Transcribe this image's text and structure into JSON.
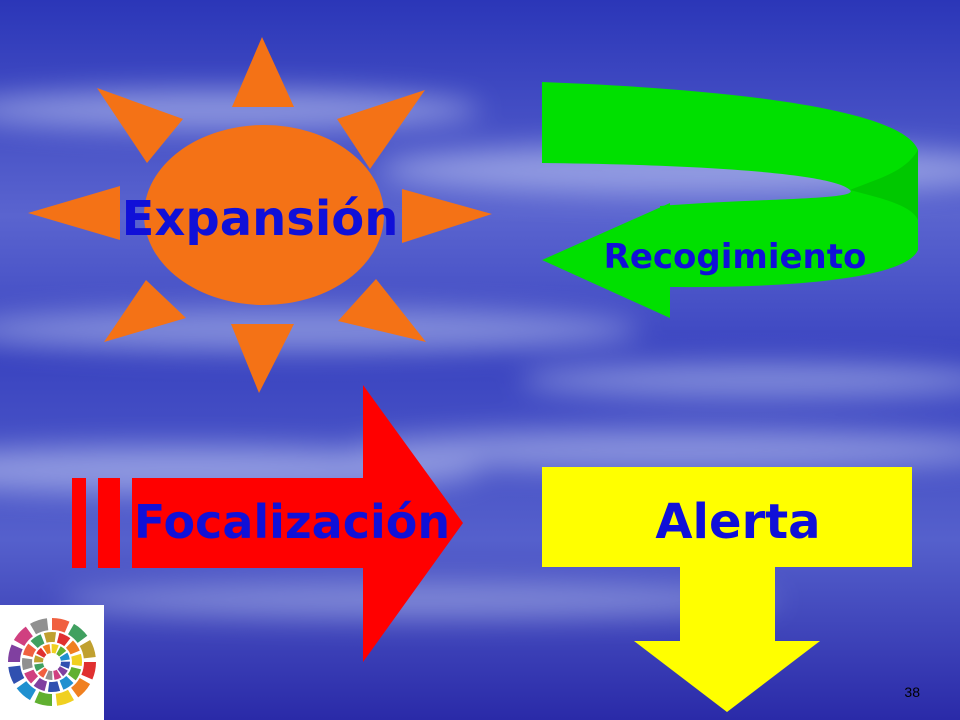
{
  "diagram": {
    "expansion": {
      "label": "Expansión",
      "color": "#f47216"
    },
    "recogimiento": {
      "label": "Recogimiento",
      "color": "#00e000"
    },
    "focalizacion": {
      "label": "Focalización",
      "color": "#ff0000"
    },
    "alerta": {
      "label": "Alerta",
      "color": "#ffff00"
    },
    "label_color": "#1010d8"
  },
  "background": {
    "top_color": "#2f3fc4",
    "bottom_color": "#2a2aa8"
  },
  "page_number": "38"
}
